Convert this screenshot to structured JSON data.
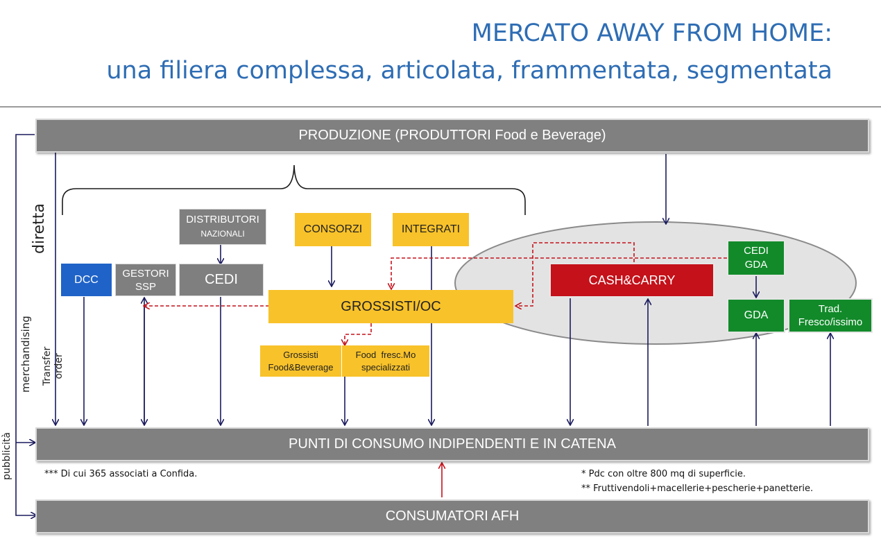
{
  "title": {
    "line1": "MERCATO AWAY FROM HOME:",
    "line2": "una filiera complessa, articolata, frammentata, segmentata"
  },
  "diagram": {
    "produzione": "PRODUZIONE (PRODUTTORI Food e Beverage)",
    "punti_consumo": "PUNTI DI CONSUMO INDIPENDENTI E IN CATENA",
    "consumatori": "CONSUMATORI AFH",
    "dcc": "DCC",
    "gestori_ssp": [
      "GESTORI",
      "SSP"
    ],
    "distributori_nazionali": [
      "DISTRIBUTORI",
      "NAZIONALI"
    ],
    "cedi": "CEDI",
    "consorzi": "CONSORZI",
    "integrati": "INTEGRATI",
    "grossisti_oc": "GROSSISTI/OC",
    "grossisti_fb": [
      "Grossisti",
      "Food&Beverage"
    ],
    "food_fresc": [
      "Food  fresc.Mo",
      "specializzati"
    ],
    "cash_carry": "CASH&CARRY",
    "cedi_gda": [
      "CEDI",
      "GDA"
    ],
    "gda": "GDA",
    "trad_fresco": [
      "Trad.",
      "Fresco/issimo"
    ]
  },
  "labels": {
    "diretta": "diretta",
    "merchandising": "merchandising",
    "pubblicita": "pubblicità",
    "transfer_order": [
      "Transfer",
      "order"
    ]
  },
  "notes": {
    "confida": "*** Di cui 365 associati a Confida.",
    "pdc": "* Pdc con oltre 800 mq di superficie.",
    "fruttivendoli": "** Fruttivendoli+macellerie+pescherie+panetterie."
  },
  "colors": {
    "title": "#2E6DB4",
    "arrow_dark": "#1a1a5e",
    "arrow_red": "#C4111A"
  }
}
